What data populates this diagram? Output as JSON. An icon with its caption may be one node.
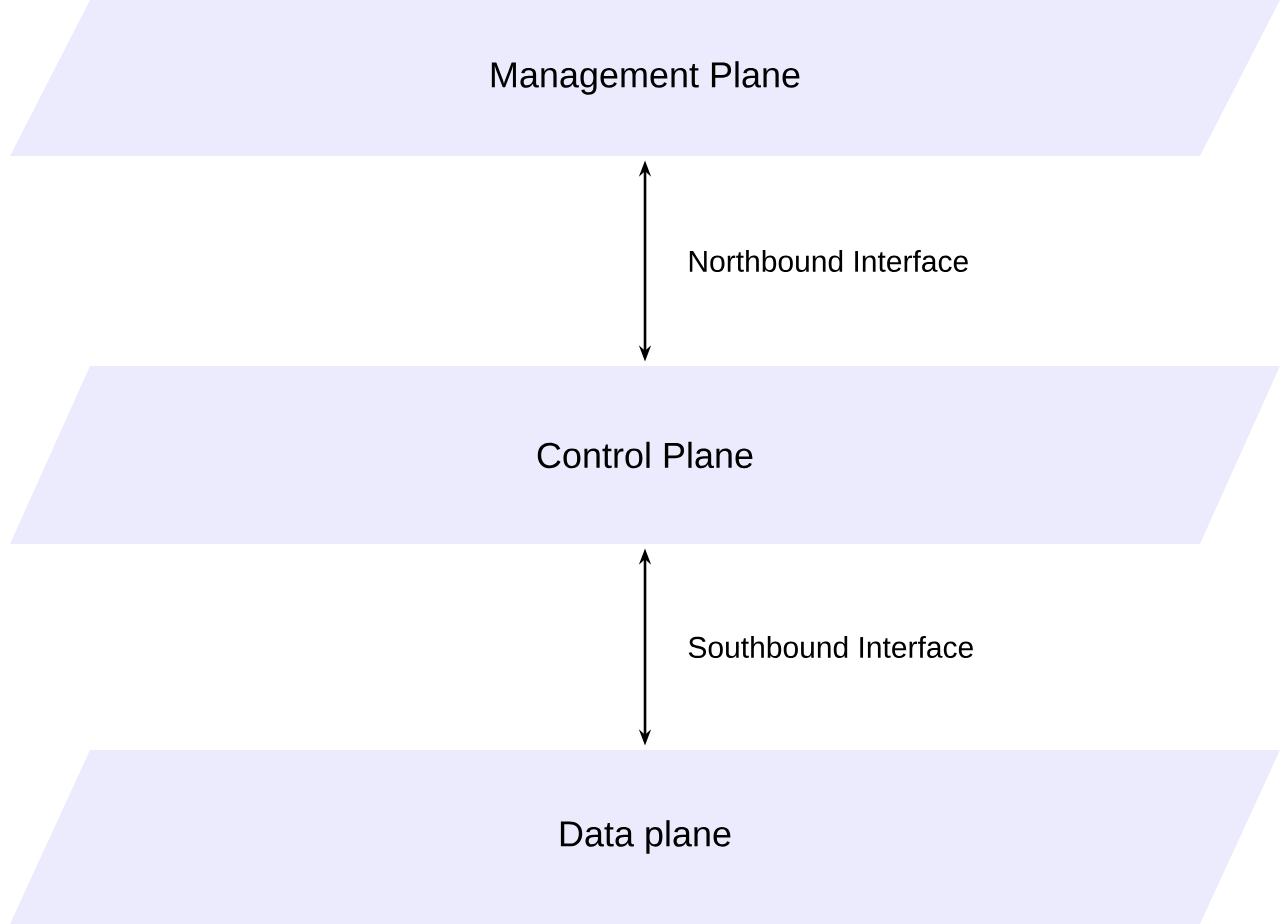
{
  "diagram": {
    "nodes": [
      {
        "text": [
          "Management Plane"
        ]
      },
      {
        "text": [
          "Control Plane"
        ]
      },
      {
        "text": [
          "Data plane"
        ]
      }
    ],
    "edges": [
      {
        "from": 0,
        "to": 1,
        "arrow": "both",
        "label": "Northbound Interface"
      },
      {
        "from": 1,
        "to": 2,
        "arrow": "both",
        "label": "Southbound Interface"
      }
    ]
  }
}
